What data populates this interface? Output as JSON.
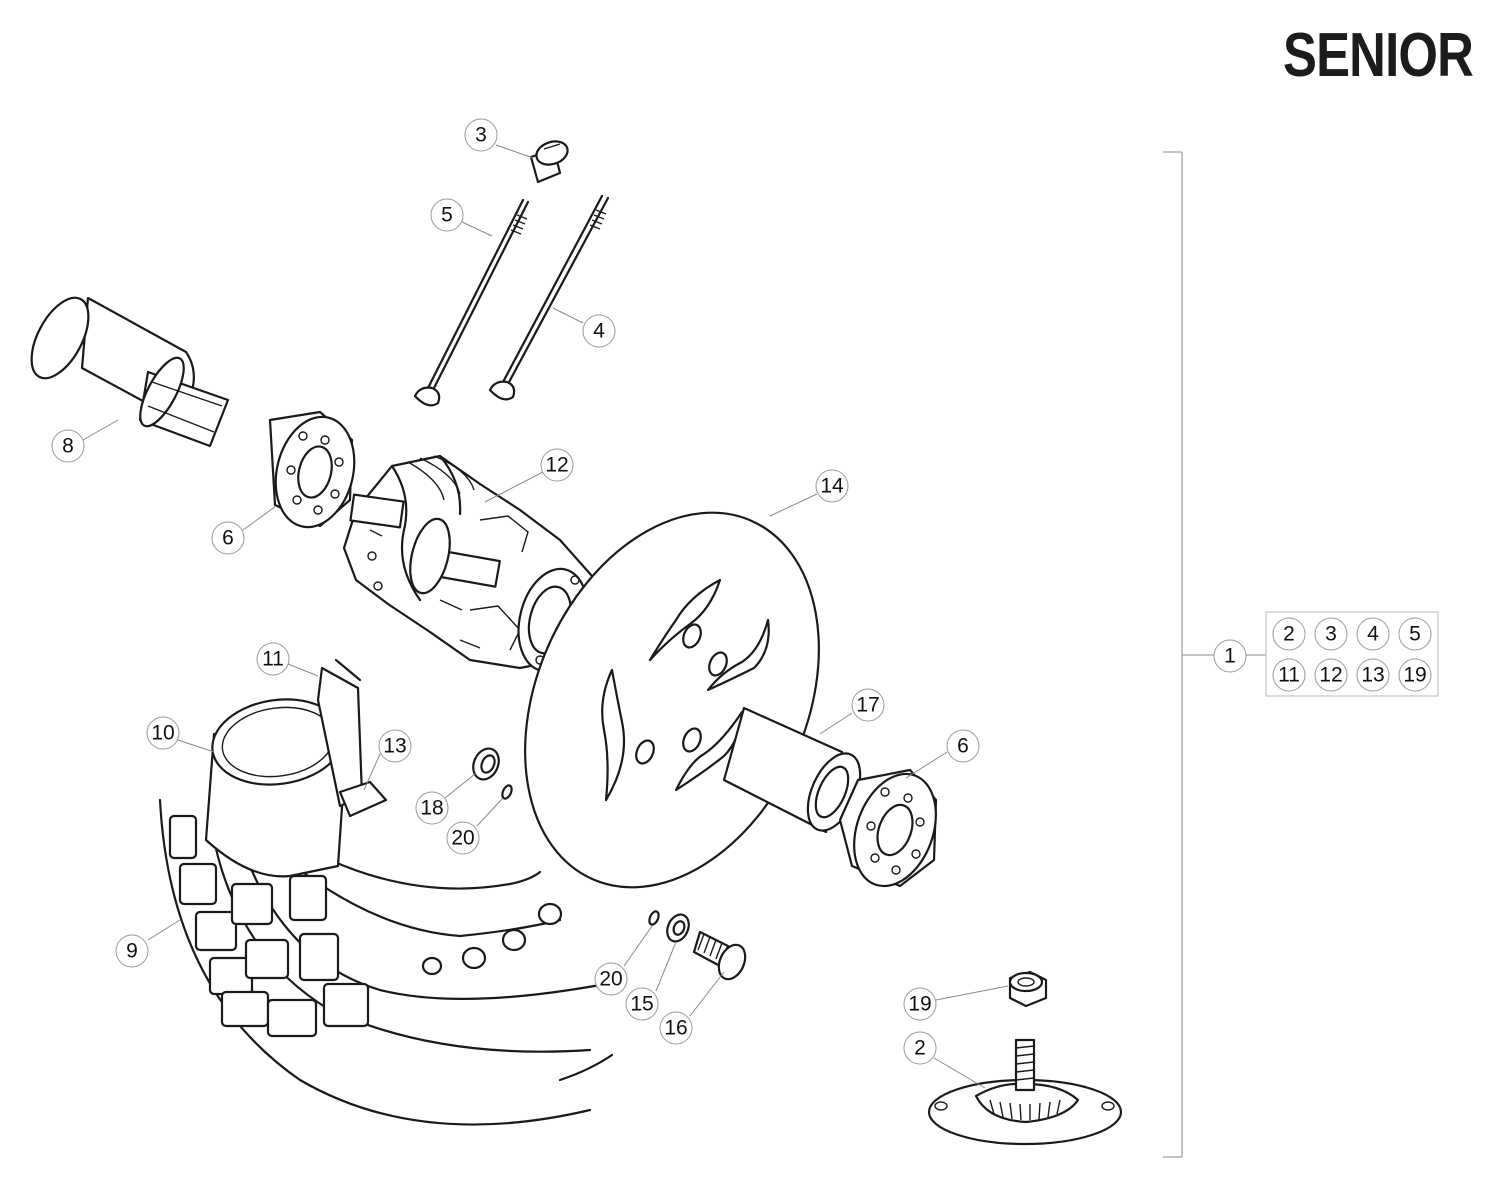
{
  "title": "SENIOR",
  "callouts": {
    "c1": "1",
    "c2": "2",
    "c3": "3",
    "c4": "4",
    "c5": "5",
    "c6a": "6",
    "c6b": "6",
    "c8": "8",
    "c9": "9",
    "c10": "10",
    "c11": "11",
    "c12": "12",
    "c13": "13",
    "c14": "14",
    "c15": "15",
    "c16": "16",
    "c17": "17",
    "c18": "18",
    "c19": "19",
    "c20a": "20",
    "c20b": "20"
  },
  "kit_table": {
    "row1": [
      "2",
      "3",
      "4",
      "5"
    ],
    "row2": [
      "11",
      "12",
      "13",
      "19"
    ]
  }
}
